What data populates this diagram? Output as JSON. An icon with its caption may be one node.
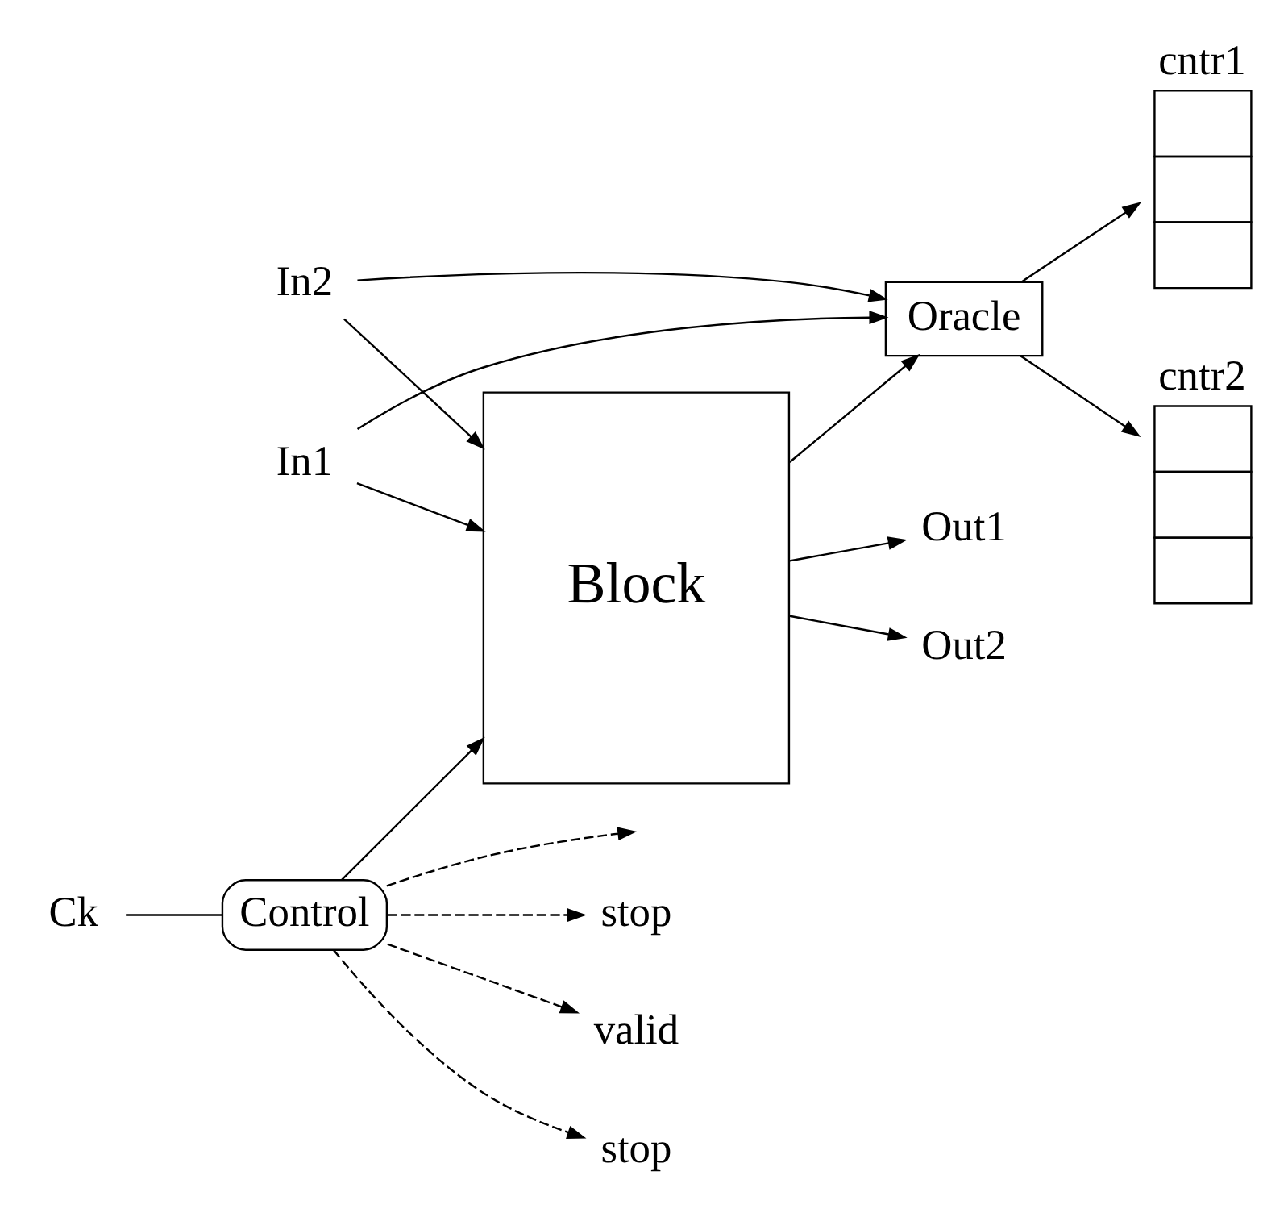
{
  "diagram": {
    "nodes": [
      {
        "text": [
          "cntr1"
        ]
      },
      {
        "text": [
          "In1"
        ]
      },
      {
        "text": [
          "stop"
        ]
      },
      {
        "text": [
          "Oracle"
        ]
      },
      {
        "text": [
          "Block"
        ]
      },
      {
        "text": [
          "Out1"
        ]
      },
      {
        "text": [
          "cntr2"
        ]
      },
      {
        "text": [
          "Out2"
        ]
      },
      {
        "text": [
          "valid"
        ]
      },
      {
        "text": [
          "In2"
        ]
      },
      {
        "text": [
          "stop"
        ]
      },
      {
        "text": [
          "Control"
        ]
      },
      {
        "text": [
          "Ck"
        ]
      }
    ],
    "edges": [
      {
        "from": 3,
        "to": 0,
        "arrow": "to"
      },
      {
        "from": 3,
        "to": 6,
        "arrow": "to"
      },
      {
        "from": 1,
        "to": 4,
        "arrow": "to"
      },
      {
        "from": 1,
        "to": 3,
        "arrow": "to"
      },
      {
        "from": 9,
        "to": 4,
        "arrow": "to"
      },
      {
        "from": 9,
        "to": 3,
        "arrow": "to"
      },
      {
        "from": 4,
        "to": 3,
        "arrow": "to"
      },
      {
        "from": 4,
        "to": 5,
        "arrow": "to"
      },
      {
        "from": 4,
        "to": 7,
        "arrow": "to"
      },
      {
        "from": 11,
        "to": 2,
        "arrow": "to",
        "style": "dashed"
      },
      {
        "from": 11,
        "to": 10,
        "arrow": "to",
        "style": "dashed"
      },
      {
        "from": 11,
        "to": null,
        "arrow": "to",
        "style": "dashed"
      },
      {
        "from": 11,
        "to": 8,
        "arrow": "to",
        "style": "dashed"
      },
      {
        "from": 11,
        "to": 4,
        "arrow": "to"
      },
      {
        "from": 12,
        "to": 11,
        "arrow": "none"
      }
    ]
  }
}
